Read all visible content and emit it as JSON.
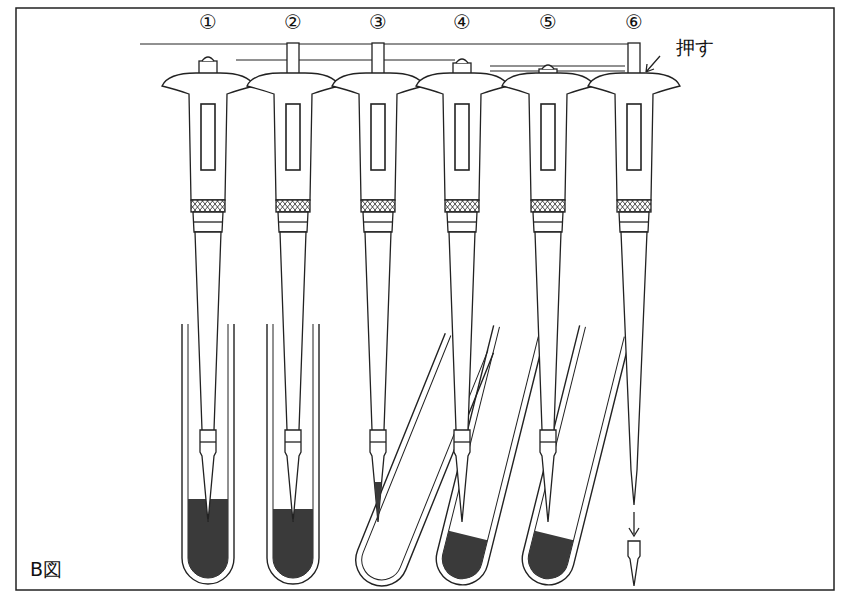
{
  "diagram": {
    "labels": [
      "①",
      "②",
      "③",
      "④",
      "⑤",
      "⑥",
      "押す",
      "B図"
    ]
  }
}
